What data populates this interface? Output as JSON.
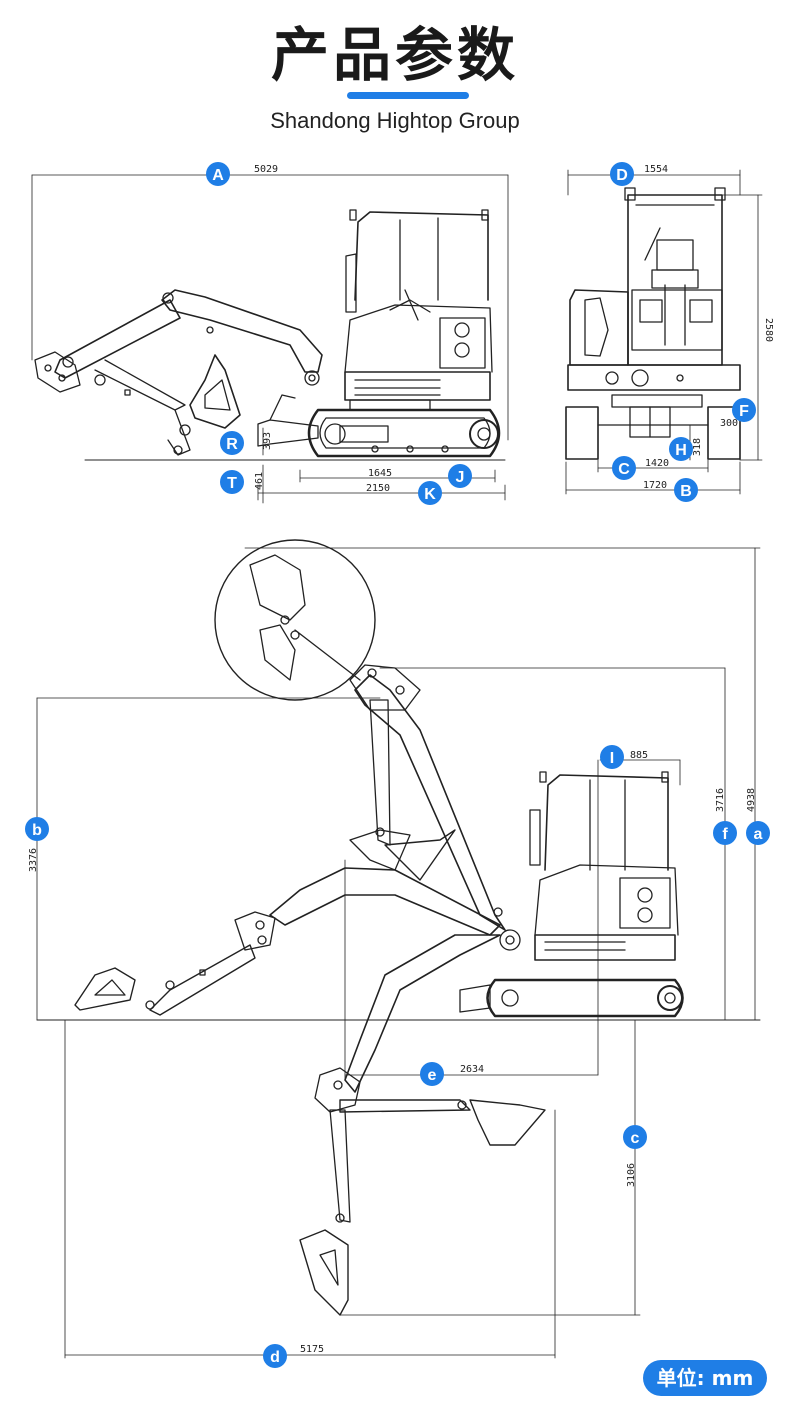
{
  "header": {
    "title": "产品参数",
    "subtitle": "Shandong Hightop Group"
  },
  "colors": {
    "accent": "#1f7ee6",
    "line": "#222222",
    "text": "#1a1a1a"
  },
  "markers": [
    {
      "letter": "A",
      "value": "5029"
    },
    {
      "letter": "D",
      "value": "1554"
    },
    {
      "letter": "R",
      "value": "393"
    },
    {
      "letter": "T",
      "value": "461"
    },
    {
      "letter": "J",
      "value": "1645"
    },
    {
      "letter": "K",
      "value": "2150"
    },
    {
      "letter": "F",
      "value": "300"
    },
    {
      "letter": "H",
      "value": "318"
    },
    {
      "letter": "C",
      "value": "1420"
    },
    {
      "letter": "B",
      "value": "1720"
    },
    {
      "letter": "I",
      "value": "885"
    },
    {
      "letter": "b",
      "value": "3376"
    },
    {
      "letter": "f",
      "value": "3716"
    },
    {
      "letter": "a",
      "value": "4938"
    },
    {
      "letter": "e",
      "value": "2634"
    },
    {
      "letter": "c",
      "value": "3106"
    },
    {
      "letter": "d",
      "value": "5175"
    }
  ],
  "side_view": {
    "height_value": "2580"
  },
  "unit_label": "单位: mm"
}
